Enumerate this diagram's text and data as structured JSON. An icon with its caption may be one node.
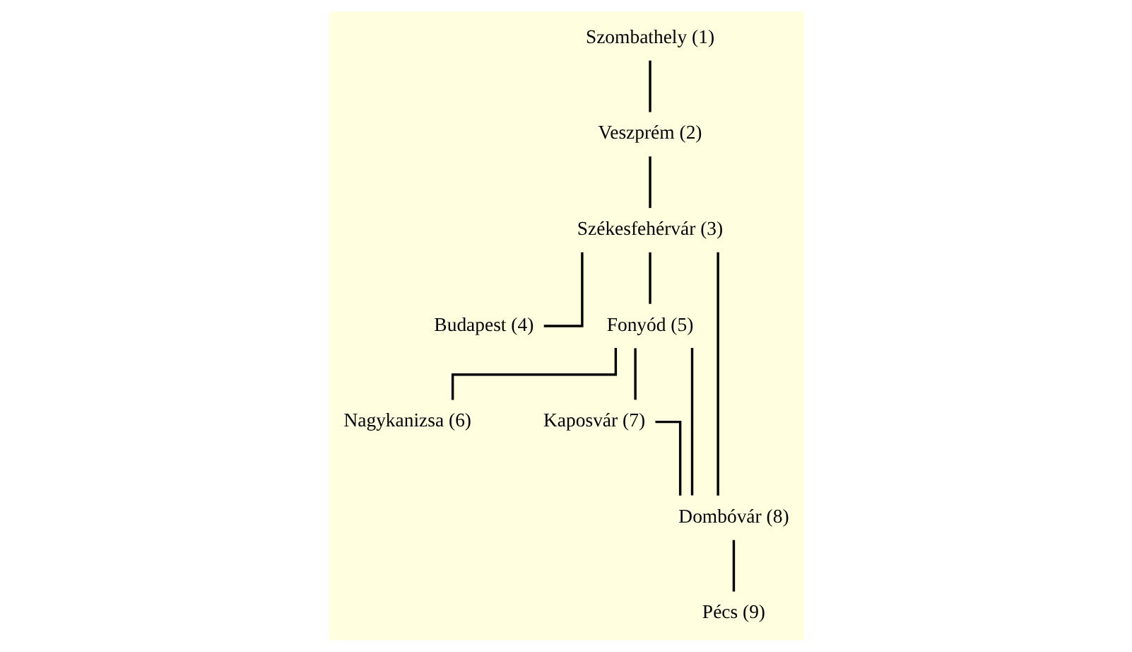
{
  "diagram": {
    "nodes": [
      {
        "text": [
          "Szombathely (1)"
        ]
      },
      {
        "text": [
          "Veszprém (2)"
        ]
      },
      {
        "text": [
          "Székesfehérvár (3)"
        ]
      },
      {
        "text": [
          "Budapest (4)"
        ]
      },
      {
        "text": [
          "Fonyód (5)"
        ]
      },
      {
        "text": [
          "Nagykanizsa (6)"
        ]
      },
      {
        "text": [
          "Kaposvár (7)"
        ]
      },
      {
        "text": [
          "Dombóvár (8)"
        ]
      },
      {
        "text": [
          "Pécs (9)"
        ]
      }
    ],
    "edges": [
      {
        "from": 0,
        "to": 1,
        "arrow": "none"
      },
      {
        "from": 1,
        "to": 2,
        "arrow": "none"
      },
      {
        "from": 2,
        "to": 3,
        "arrow": "none"
      },
      {
        "from": 2,
        "to": 4,
        "arrow": "none"
      },
      {
        "from": 2,
        "to": 7,
        "arrow": "none"
      },
      {
        "from": 4,
        "to": 7,
        "arrow": "none"
      },
      {
        "from": 4,
        "to": 5,
        "arrow": "none"
      },
      {
        "from": 4,
        "to": 6,
        "arrow": "none"
      },
      {
        "from": 6,
        "to": 7,
        "arrow": "none"
      },
      {
        "from": 7,
        "to": 8,
        "arrow": "none"
      }
    ]
  }
}
